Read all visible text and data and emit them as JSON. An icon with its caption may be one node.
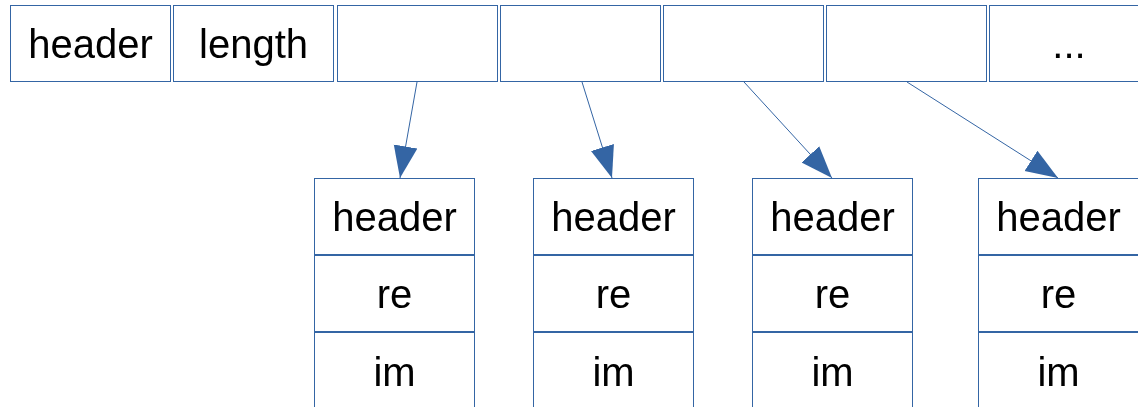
{
  "diagram": {
    "nodes": [
      {
        "text": [
          "header"
        ]
      },
      {
        "text": [
          "length"
        ]
      },
      {
        "text": [],
        "shape": "box"
      },
      {
        "text": [],
        "shape": "box"
      },
      {
        "text": [],
        "shape": "box"
      },
      {
        "text": [],
        "shape": "box"
      },
      {
        "text": [
          "..."
        ]
      },
      {
        "text": [
          "header"
        ]
      },
      {
        "text": [
          "re"
        ]
      },
      {
        "text": [
          "im"
        ]
      },
      {
        "text": [
          "header"
        ]
      },
      {
        "text": [
          "re"
        ]
      },
      {
        "text": [
          "im"
        ]
      },
      {
        "text": [
          "header"
        ]
      },
      {
        "text": [
          "re"
        ]
      },
      {
        "text": [
          "im"
        ]
      },
      {
        "text": [
          "header"
        ]
      },
      {
        "text": [
          "re"
        ]
      },
      {
        "text": [
          "im"
        ]
      }
    ],
    "edges": [
      {
        "from": 2,
        "to": 7,
        "arrow": "to"
      },
      {
        "from": 3,
        "to": 10,
        "arrow": "to"
      },
      {
        "from": 4,
        "to": 13,
        "arrow": "to"
      },
      {
        "from": 5,
        "to": 16,
        "arrow": "to"
      }
    ]
  }
}
